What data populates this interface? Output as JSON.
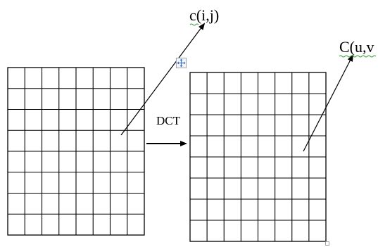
{
  "diagram": {
    "left_grid": {
      "rows": 8,
      "cols": 8,
      "label": "c(i,j)"
    },
    "right_grid": {
      "rows": 8,
      "cols": 8,
      "label": "C(u,v"
    },
    "transform_label": "DCT"
  },
  "icons": {
    "move_handle": "four-way-move-icon",
    "resize_handle": "resize-handle-icon"
  },
  "colors": {
    "grid_line": "#000000",
    "spell_squiggle": "#3a9a3a",
    "handle_icon": "#3b6fc4"
  }
}
